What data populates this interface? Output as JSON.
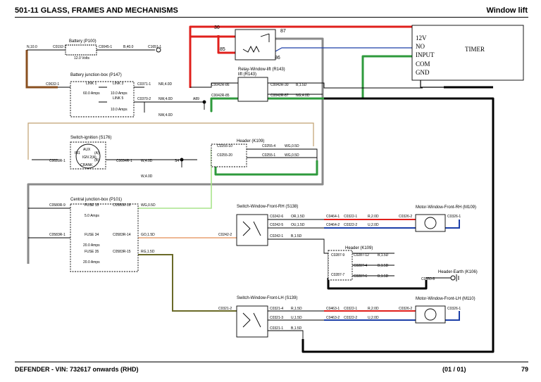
{
  "header": {
    "left": "501-11 GLASS, FRAMES AND MECHANISMS",
    "right": "Window lift"
  },
  "footer": {
    "left": "DEFENDER - VIN: 732617 onwards  (RHD)",
    "pages": "(01 / 01)",
    "page_no": "79"
  },
  "colors": {
    "red": "#e0201c",
    "blue": "#1c3fa8",
    "green": "#2e9a3c",
    "gray": "#8a8a8a",
    "brown": "#8a5020",
    "lightgreen": "#a8e48c",
    "orange": "#e8a070",
    "olive": "#6a6a28",
    "tan": "#c0a070",
    "black": "#000000",
    "dark": "#111111"
  },
  "relay": {
    "pins": [
      "30",
      "87",
      "85",
      "86"
    ]
  },
  "timer": {
    "title": "TIMER",
    "terminals": [
      "12V",
      "NO",
      "INPUT",
      "COM",
      "GND"
    ]
  },
  "battery": {
    "title": "Battery (P100)",
    "spec": "12.0 Volts",
    "wire_in": "N,10.0",
    "conn_in": "C0192-1",
    "conn_out": "C0045-1",
    "wire_out": "B,40.0",
    "eyelet": "C1651-1"
  },
  "jbox": {
    "title": "Battery junction-box (P147)",
    "conn_in": "C0632-1",
    "link1": "LINK 1",
    "link1_amps": "60.0 Amps",
    "link3": "LINK 3",
    "link3_amps": "10.0 Amps",
    "link5": "LINK 5",
    "link5_amps": "10.0 Amps",
    "out1_conn": "C0371-1",
    "out1_wire": "NR,4.0D",
    "out2_conn": "C0370-2",
    "out2_wire": "NW,4.0D",
    "splice": "A89",
    "nw": "NW,4.0D"
  },
  "ignition": {
    "title": "Switch-ignition (S176)",
    "conn_in": "C0028R-1",
    "aux": "AUX",
    "ign": "IGN 2(A)",
    "crank": "CRANK",
    "pos": [
      "(A)",
      "IN1",
      "(B)"
    ],
    "conn_out": "C0094R-1",
    "wire_out": "W,4.0D",
    "splice": "S4",
    "wire_out2": "W,4.0D"
  },
  "relay_lift": {
    "title": "Relay-Window-lift (R143)",
    "c1": "C0042R-86",
    "c2": "C0042R-85",
    "c3": "C0042R-30",
    "c4": "C0042R-87",
    "w3": "B,1.5D",
    "w4": "NG,4.0D"
  },
  "header_k109a": {
    "title": "Header (K109)",
    "c1": "C0255-10",
    "c2": "C0255-20",
    "c3": "C0255-4",
    "c4": "C0255-1",
    "w3": "WG,0.5D",
    "w4": "WG,0.5D"
  },
  "central": {
    "title": "Central junction-box (P101)",
    "c_in1": "C0580R-9",
    "c_in2": "C0583R-1",
    "fuse1": "FUSE 15",
    "fuse1_amps": "5.0 Amps",
    "fuse2": "FUSE 34",
    "fuse2_amps": "20.0 Amps",
    "fuse3": "FUSE 35",
    "fuse3_amps": "20.0 Amps",
    "o1_conn": "C0580R-16",
    "o1_wire": "WG,0.5D",
    "o2_conn": "C0583R-14",
    "o2_wire": "GO,1.5D",
    "o3_conn": "C0583R-15",
    "o3_wire": "RG,1.5D"
  },
  "sw_rh": {
    "title": "Switch-Window-Front-RH (S138)",
    "c_in": "C0242-2",
    "c1": "C0242-6",
    "c2": "C0242-5",
    "c3": "C0242-1",
    "w1": "OR,1.5D",
    "w2": "OU,1.5D",
    "w3": "B,1.5D",
    "s1": "C0464-1",
    "s2": "C0464-2",
    "s3": "C0322-1",
    "s4": "C0322-2",
    "w5": "R,2.0D",
    "w6": "U,2.0D"
  },
  "motor_rh": {
    "title": "Motor-Window-Front-RH (M109)",
    "c1": "C0326-2",
    "c2": "C0326-1"
  },
  "header_k109b": {
    "title": "Header (K109)",
    "c1": "C0287-9",
    "c2": "C0287-7",
    "c3": "C0287-12",
    "c4": "C0287-4",
    "c5": "C0287-6",
    "w1": "B,1.5D",
    "w2": "B,1.5D",
    "w3": "B,1.5D"
  },
  "header_earth": {
    "title": "Header-Earth (K106)",
    "c1": "C0550-8"
  },
  "sw_lh": {
    "title": "Switch-Window-Front-LH (S139)",
    "c_in": "C0321-2",
    "c1": "C0321-4",
    "c2": "C0321-3",
    "c3": "C0321-1",
    "w1": "R,1.5D",
    "w2": "U,1.5D",
    "w3": "B,1.5D",
    "s1": "C0463-1",
    "s2": "C0463-2",
    "s3": "C0322-1",
    "s4": "C0322-2",
    "w5": "R,2.0D",
    "w6": "U,2.0D"
  },
  "motor_lh": {
    "title": "Motor-Window-Front-LH (M110)",
    "c1": "C0326-2",
    "c2": "C0326-1"
  }
}
